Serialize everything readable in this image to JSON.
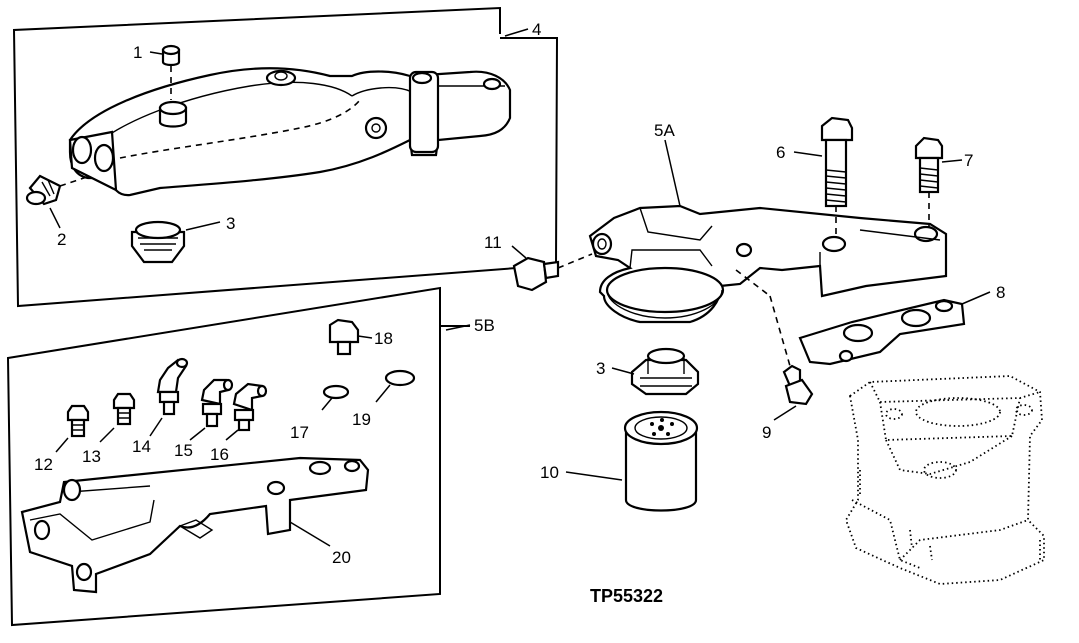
{
  "reference": "TP55322",
  "callouts": {
    "c1": "1",
    "c2": "2",
    "c3a": "3",
    "c4": "4",
    "c5a": "5A",
    "c5b": "5B",
    "c6": "6",
    "c7": "7",
    "c8": "8",
    "c3b": "3",
    "c9": "9",
    "c10": "10",
    "c11": "11",
    "c12": "12",
    "c13": "13",
    "c14": "14",
    "c15": "15",
    "c16": "16",
    "c17": "17",
    "c18": "18",
    "c19": "19",
    "c20": "20"
  }
}
